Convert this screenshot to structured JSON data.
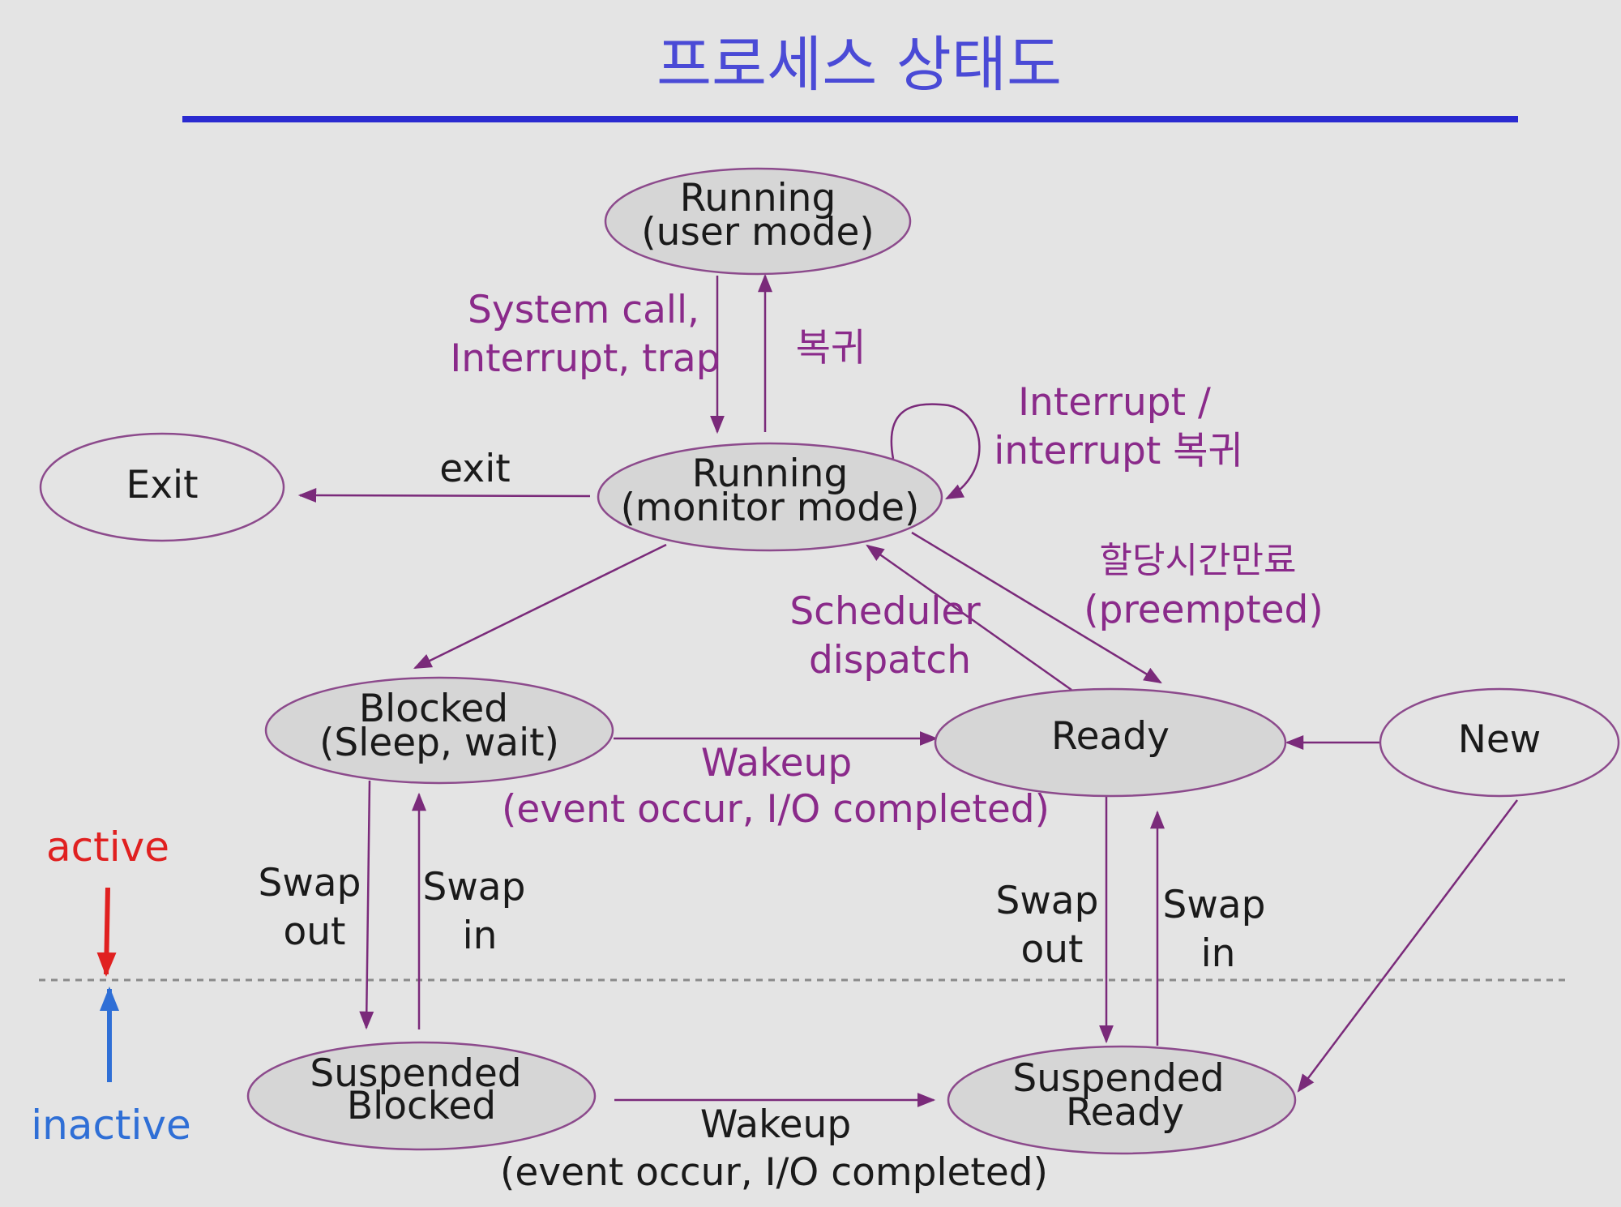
{
  "title": "프로세스 상태도",
  "colors": {
    "title": "#4a4ad6",
    "title_rule": "#2a2ad0",
    "edge": "#7a2a7a",
    "edge_label": "#8a2a8a",
    "active": "#e02020",
    "inactive": "#2f6fd6"
  },
  "nodes": {
    "running_user": [
      "Running",
      "(user mode)"
    ],
    "running_monitor": [
      "Running",
      "(monitor mode)"
    ],
    "exit": [
      "Exit"
    ],
    "blocked": [
      "Blocked",
      "(Sleep, wait)"
    ],
    "ready": [
      "Ready"
    ],
    "new": [
      "New"
    ],
    "suspended_blocked": [
      "Suspended",
      "Blocked"
    ],
    "suspended_ready": [
      "Suspended",
      "Ready"
    ]
  },
  "edges": {
    "syscall": [
      "System call,",
      "Interrupt, trap"
    ],
    "return": [
      "복귀"
    ],
    "interrupt_return": [
      "Interrupt /",
      "interrupt 복귀"
    ],
    "exit": [
      "exit"
    ],
    "timeout": [
      "할당시간만료",
      "(preempted)"
    ],
    "dispatch": [
      "Scheduler",
      "dispatch"
    ],
    "wakeup": [
      "Wakeup",
      "(event occur, I/O completed)"
    ],
    "swap_out_blocked": [
      "Swap",
      "out"
    ],
    "swap_in_blocked": [
      "Swap",
      "in"
    ],
    "swap_out_ready": [
      "Swap",
      "out"
    ],
    "swap_in_ready": [
      "Swap",
      "in"
    ],
    "wakeup_suspended": [
      "Wakeup",
      "(event occur, I/O completed)"
    ]
  },
  "legend": {
    "active": "active",
    "inactive": "inactive"
  }
}
